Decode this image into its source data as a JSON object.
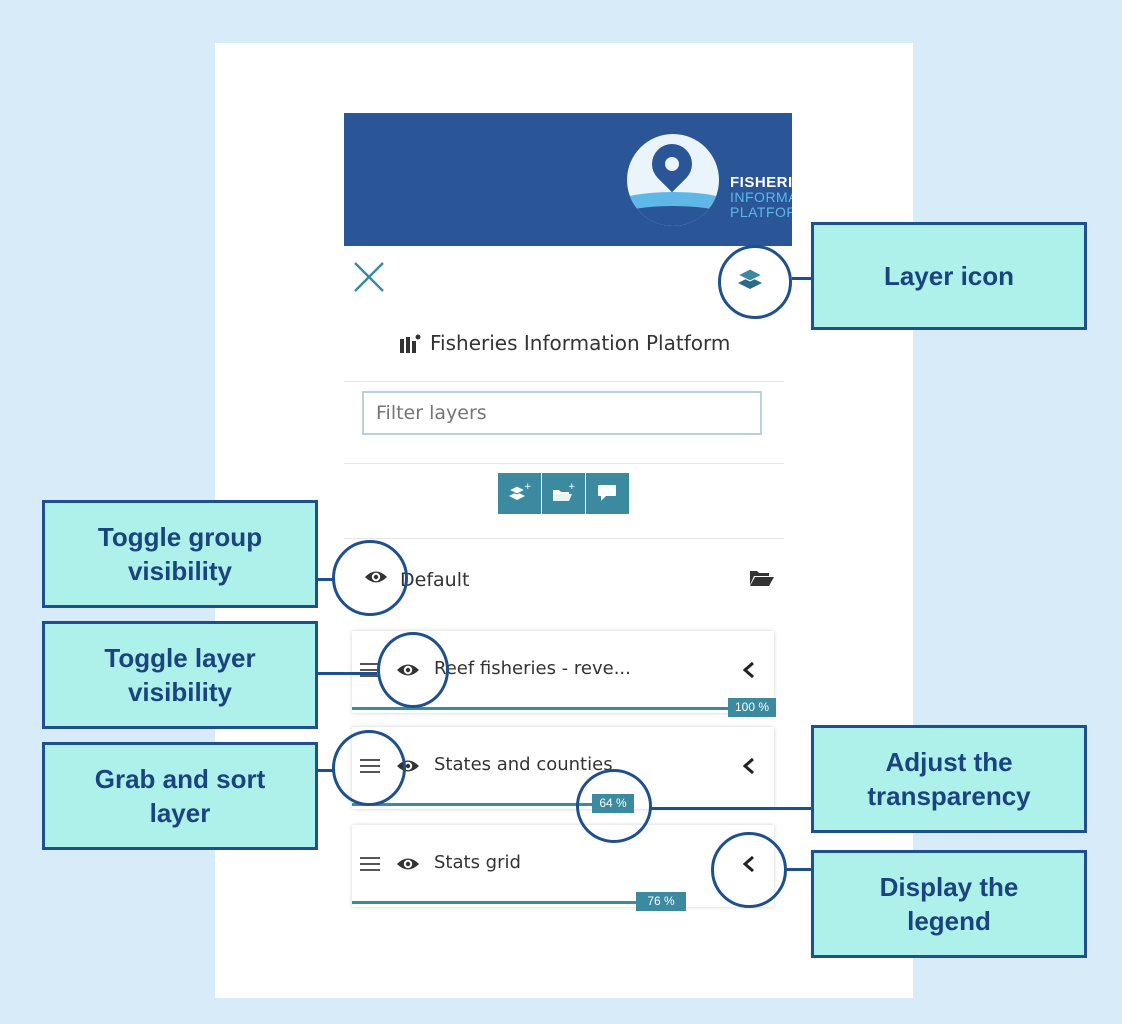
{
  "brand": {
    "line1": "FISHERIES",
    "line2": "INFORMATION",
    "line3": "PLATFORM"
  },
  "panel": {
    "title": "Fisheries Information Platform",
    "filter_placeholder": "Filter layers",
    "tools": [
      "add-layer-icon",
      "add-group-icon",
      "comment-icon"
    ]
  },
  "group": {
    "name": "Default"
  },
  "layers": [
    {
      "name": "Reef fisheries - reve...",
      "opacity": 100,
      "opacity_label": "100 %"
    },
    {
      "name": "States and counties",
      "opacity": 64,
      "opacity_label": "64 %"
    },
    {
      "name": "Stats grid",
      "opacity": 76,
      "opacity_label": "76 %"
    }
  ],
  "annotations": {
    "layer_icon": "Layer icon",
    "toggle_group": "Toggle group visibility",
    "toggle_layer": "Toggle layer visibility",
    "grab_sort": "Grab and sort layer",
    "transparency": "Adjust the transparency",
    "legend": "Display the legend"
  },
  "colors": {
    "banner": "#2a5596",
    "accent": "#3b8aa0",
    "callout_fill": "#aef0ea",
    "callout_border": "#1e4f8e",
    "background": "#d7ebf8"
  }
}
